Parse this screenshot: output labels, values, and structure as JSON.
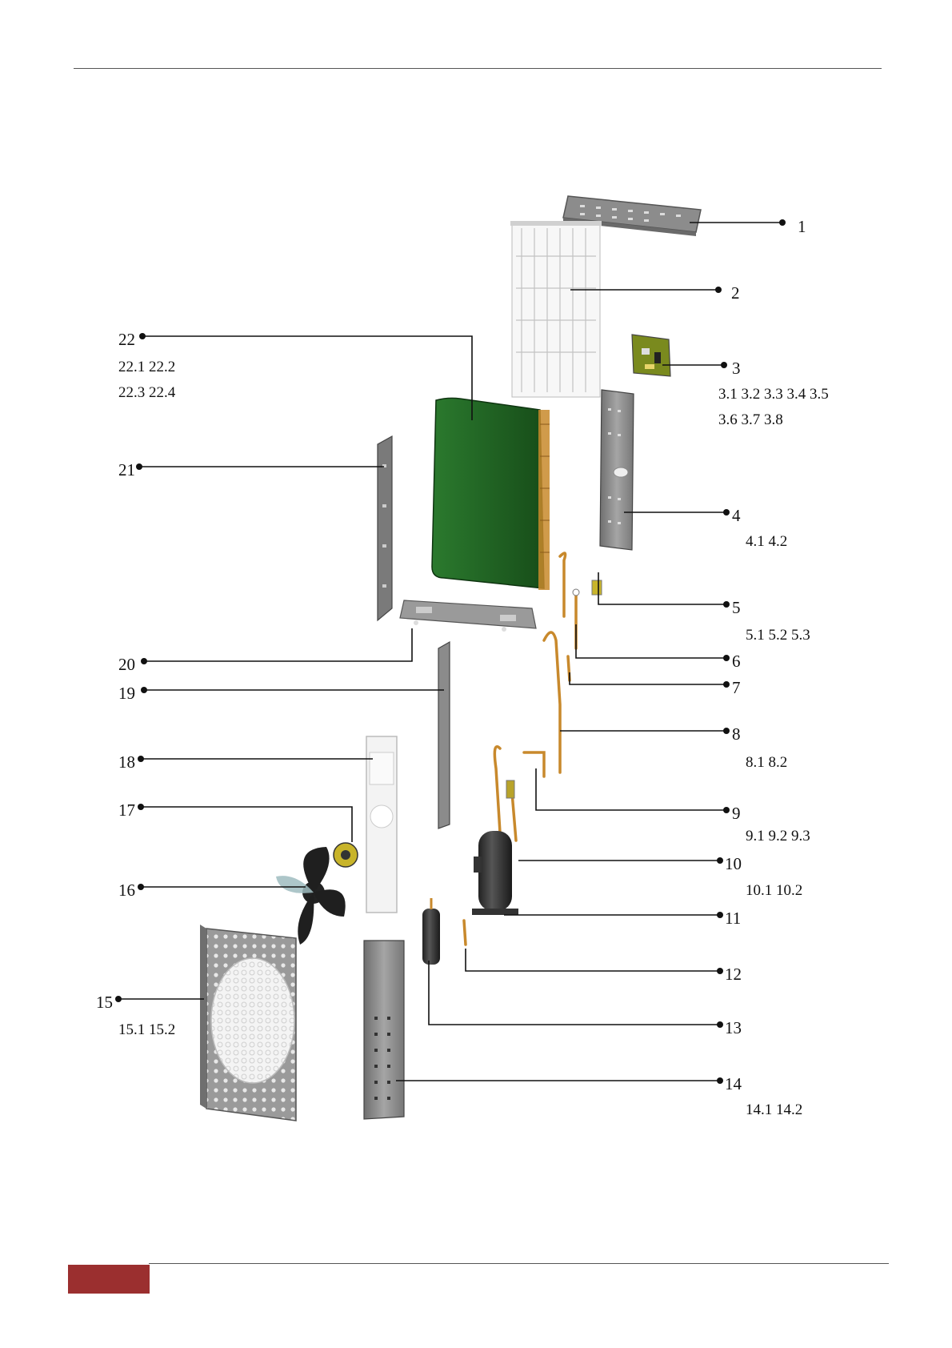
{
  "callouts": [
    {
      "id": "1",
      "label": "1",
      "subs": ""
    },
    {
      "id": "2",
      "label": "2",
      "subs": ""
    },
    {
      "id": "3",
      "label": "3",
      "subs": "3.1 3.2 3.3 3.4 3.5",
      "subs2": "3.6 3.7 3.8"
    },
    {
      "id": "4",
      "label": "4",
      "subs": "4.1   4.2"
    },
    {
      "id": "5",
      "label": "5",
      "subs": "5.1   5.2   5.3"
    },
    {
      "id": "6",
      "label": "6",
      "subs": ""
    },
    {
      "id": "7",
      "label": "7",
      "subs": ""
    },
    {
      "id": "8",
      "label": "8",
      "subs": "8.1   8.2"
    },
    {
      "id": "9",
      "label": "9",
      "subs": "9.1   9.2   9.3"
    },
    {
      "id": "10",
      "label": "10",
      "subs": "10.1   10.2"
    },
    {
      "id": "11",
      "label": "11",
      "subs": ""
    },
    {
      "id": "12",
      "label": "12",
      "subs": ""
    },
    {
      "id": "13",
      "label": "13",
      "subs": ""
    },
    {
      "id": "14",
      "label": "14",
      "subs": "14.1   14.2"
    },
    {
      "id": "15",
      "label": "15",
      "subs": "15.1   15.2"
    },
    {
      "id": "16",
      "label": "16",
      "subs": ""
    },
    {
      "id": "17",
      "label": "17",
      "subs": ""
    },
    {
      "id": "18",
      "label": "18",
      "subs": ""
    },
    {
      "id": "19",
      "label": "19",
      "subs": ""
    },
    {
      "id": "20",
      "label": "20",
      "subs": ""
    },
    {
      "id": "21",
      "label": "21",
      "subs": ""
    },
    {
      "id": "22",
      "label": "22",
      "subs": "22.1   22.2",
      "subs2": "22.3   22.4"
    }
  ],
  "colors": {
    "footer_accent": "#9b2f2f",
    "condenser_green": "#1f5e22",
    "copper": "#c8892c",
    "panel_gray": "#8a8a8a",
    "pcb_green": "#7a8a1e"
  }
}
